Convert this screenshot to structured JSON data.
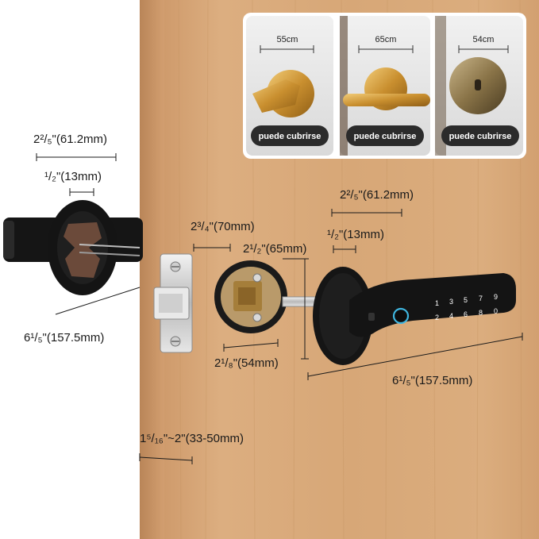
{
  "comparison_panels": [
    {
      "width_label": "55cm",
      "caption": "puede cubrirse"
    },
    {
      "width_label": "65cm",
      "caption": "puede cubrirse"
    },
    {
      "width_label": "54cm",
      "caption": "puede cubrirse"
    }
  ],
  "dimensions": {
    "side_rose_width": "2²/₅\"(61.2mm)",
    "side_spindle": "¹/₂\"(13mm)",
    "side_lever_length": "6¹/₅\"(157.5mm)",
    "backset": "2³/₄\"(70mm)",
    "rose_outer": "2¹/₂\"(65mm)",
    "rose_width": "2²/₅\"(61.2mm)",
    "spindle": "¹/₂\"(13mm)",
    "bore": "2¹/₈\"(54mm)",
    "lever_length": "6¹/₅\"(157.5mm)",
    "door_thickness": "1⁵/₁₆\"~2\"(33-50mm)"
  },
  "keypad": {
    "top_row": [
      "1",
      "3",
      "5",
      "7",
      "9"
    ],
    "bottom_row": [
      "2",
      "4",
      "6",
      "8",
      "0"
    ]
  },
  "colors": {
    "door_wood": "#d9a979",
    "door_edge": "#c9956a",
    "lock_black": "#141414",
    "pill_dark": "#2b2b2b",
    "fingerprint_ring": "#3fb6e0",
    "brass": "#d4a24a"
  }
}
